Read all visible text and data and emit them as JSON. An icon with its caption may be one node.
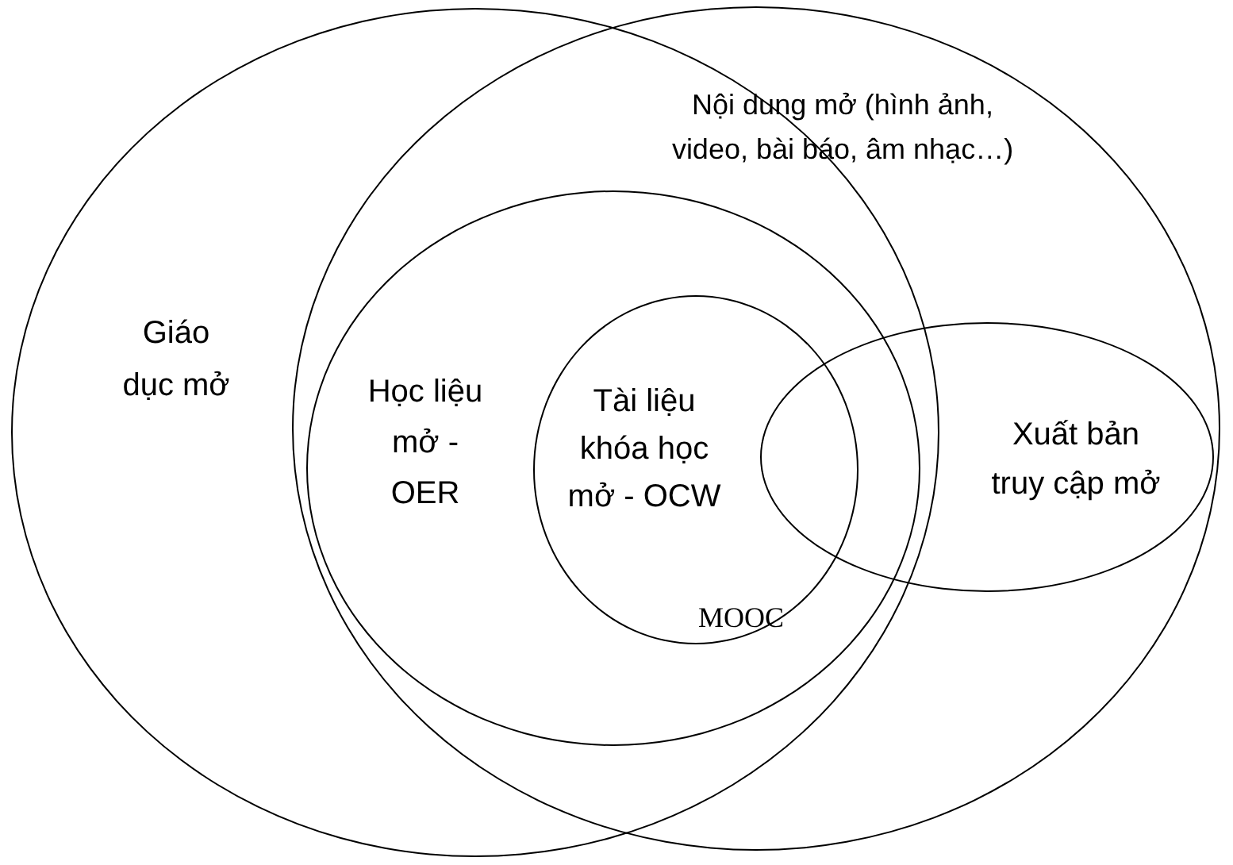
{
  "diagram": {
    "nodes": [
      {
        "text": [
          "Giáo dục mở"
        ]
      },
      {
        "text": [
          "Nội dung mở (hình ảnh, video, bài báo, âm nhạc…)"
        ]
      },
      {
        "text": [
          "Học liệu mở - OER"
        ]
      },
      {
        "text": [
          "Tài liệu khóa học mở - OCW"
        ],
        "in": 2
      },
      {
        "text": [
          "Xuất bản truy cập mở"
        ],
        "in": 1
      }
    ],
    "edges": [],
    "labels": [
      "MOOC"
    ]
  }
}
